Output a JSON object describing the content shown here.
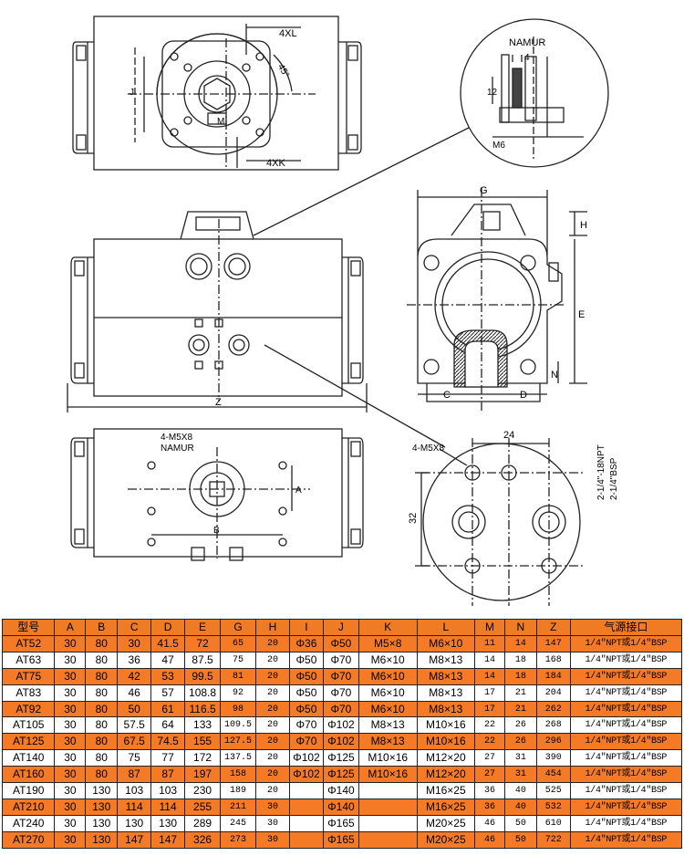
{
  "drawing": {
    "top_dims": {
      "xl": "4XL",
      "xk": "4XK",
      "angle": "45°",
      "j": "J",
      "m": "M"
    },
    "namur_detail": {
      "title": "NAMUR",
      "w": "4",
      "h": "12",
      "thread": "M6"
    },
    "side_dims": {
      "g": "G",
      "h": "H",
      "e": "E",
      "n": "N",
      "c": "C",
      "d": "D"
    },
    "front_dims": {
      "z": "Z"
    },
    "bottom_dims": {
      "thread": "4-M5X8",
      "namur": "NAMUR",
      "a": "A",
      "b": "B"
    },
    "port_detail": {
      "thread": "4-M5X8",
      "w": "24",
      "h": "32",
      "npt": "2-1/4\"-18NPT",
      "bsp": "2-1/4\"BSP"
    }
  },
  "table": {
    "headers": [
      "型号",
      "A",
      "B",
      "C",
      "D",
      "E",
      "G",
      "H",
      "I",
      "J",
      "K",
      "L",
      "M",
      "N",
      "Z",
      "气源接口"
    ],
    "rows": [
      {
        "hl": true,
        "cells": [
          "AT52",
          "30",
          "80",
          "30",
          "41.5",
          "72",
          "65",
          "20",
          "Φ36",
          "Φ50",
          "M5×8",
          "M6×10",
          "11",
          "14",
          "147",
          "1/4\"NPT或1/4\"BSP"
        ]
      },
      {
        "hl": false,
        "cells": [
          "AT63",
          "30",
          "80",
          "36",
          "47",
          "87.5",
          "75",
          "20",
          "Φ50",
          "Φ70",
          "M6×10",
          "M8×13",
          "14",
          "18",
          "168",
          "1/4\"NPT或1/4\"BSP"
        ]
      },
      {
        "hl": true,
        "cells": [
          "AT75",
          "30",
          "80",
          "42",
          "53",
          "99.5",
          "81",
          "20",
          "Φ50",
          "Φ70",
          "M6×10",
          "M8×13",
          "14",
          "18",
          "184",
          "1/4\"NPT或1/4\"BSP"
        ]
      },
      {
        "hl": false,
        "cells": [
          "AT83",
          "30",
          "80",
          "46",
          "57",
          "108.8",
          "92",
          "20",
          "Φ50",
          "Φ70",
          "M6×10",
          "M8×13",
          "17",
          "21",
          "204",
          "1/4\"NPT或1/4\"BSP"
        ]
      },
      {
        "hl": true,
        "cells": [
          "AT92",
          "30",
          "80",
          "50",
          "61",
          "116.5",
          "98",
          "20",
          "Φ50",
          "Φ70",
          "M6×10",
          "M8×13",
          "17",
          "21",
          "262",
          "1/4\"NPT或1/4\"BSP"
        ]
      },
      {
        "hl": false,
        "cells": [
          "AT105",
          "30",
          "80",
          "57.5",
          "64",
          "133",
          "109.5",
          "20",
          "Φ70",
          "Φ102",
          "M8×13",
          "M10×16",
          "22",
          "26",
          "268",
          "1/4\"NPT或1/4\"BSP"
        ]
      },
      {
        "hl": true,
        "cells": [
          "AT125",
          "30",
          "80",
          "67.5",
          "74.5",
          "155",
          "127.5",
          "20",
          "Φ70",
          "Φ102",
          "M8×13",
          "M10×16",
          "22",
          "26",
          "296",
          "1/4\"NPT或1/4\"BSP"
        ]
      },
      {
        "hl": false,
        "cells": [
          "AT140",
          "30",
          "80",
          "75",
          "77",
          "172",
          "137.5",
          "20",
          "Φ102",
          "Φ125",
          "M10×16",
          "M12×20",
          "27",
          "31",
          "390",
          "1/4\"NPT或1/4\"BSP"
        ]
      },
      {
        "hl": true,
        "cells": [
          "AT160",
          "30",
          "80",
          "87",
          "87",
          "197",
          "158",
          "20",
          "Φ102",
          "Φ125",
          "M10×16",
          "M12×20",
          "27",
          "31",
          "454",
          "1/4\"NPT或1/4\"BSP"
        ]
      },
      {
        "hl": false,
        "cells": [
          "AT190",
          "30",
          "130",
          "103",
          "103",
          "230",
          "189",
          "20",
          "",
          "Φ140",
          "",
          "M16×25",
          "36",
          "40",
          "525",
          "1/4\"NPT或1/4\"BSP"
        ]
      },
      {
        "hl": true,
        "cells": [
          "AT210",
          "30",
          "130",
          "114",
          "114",
          "255",
          "211",
          "30",
          "",
          "Φ140",
          "",
          "M16×25",
          "36",
          "40",
          "532",
          "1/4\"NPT或1/4\"BSP"
        ]
      },
      {
        "hl": false,
        "cells": [
          "AT240",
          "30",
          "130",
          "130",
          "130",
          "289",
          "245",
          "30",
          "",
          "Φ165",
          "",
          "M20×25",
          "46",
          "50",
          "610",
          "1/4\"NPT或1/4\"BSP"
        ]
      },
      {
        "hl": true,
        "cells": [
          "AT270",
          "30",
          "130",
          "147",
          "147",
          "326",
          "273",
          "30",
          "",
          "Φ165",
          "",
          "M20×25",
          "46",
          "50",
          "722",
          "1/4\"NPT或1/4\"BSP"
        ]
      }
    ]
  }
}
